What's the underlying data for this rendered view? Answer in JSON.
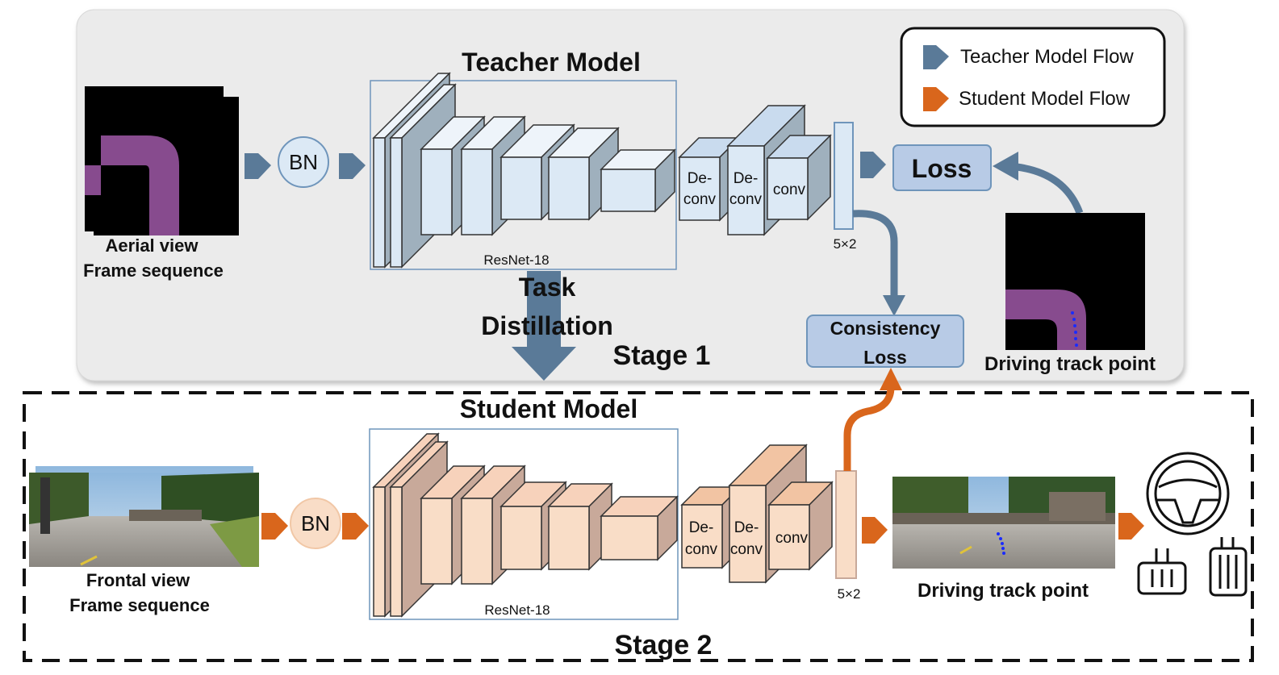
{
  "stage1": {
    "label": "Stage 1",
    "title": "Teacher Model",
    "input_label_1": "Aerial view",
    "input_label_2": "Frame sequence",
    "bn": "BN",
    "backbone": "ResNet-18",
    "deconv1": [
      "De-",
      "conv"
    ],
    "deconv2": [
      "De-",
      "conv"
    ],
    "conv": "conv",
    "output_dim": "5×2",
    "loss": "Loss",
    "consistency_loss": [
      "Consistency",
      "Loss"
    ],
    "track_label": "Driving track point"
  },
  "distillation": [
    "Task",
    "Distillation"
  ],
  "stage2": {
    "label": "Stage 2",
    "title": "Student Model",
    "input_label_1": "Frontal view",
    "input_label_2": "Frame sequence",
    "bn": "BN",
    "backbone": "ResNet-18",
    "deconv1": [
      "De-",
      "conv"
    ],
    "deconv2": [
      "De-",
      "conv"
    ],
    "conv": "conv",
    "output_dim": "5×2",
    "track_label": "Driving track point"
  },
  "legend": {
    "teacher": "Teacher Model Flow",
    "student": "Student Model Flow"
  },
  "colors": {
    "teacher_arrow": "#5a7a98",
    "student_arrow": "#d9661c",
    "teacher_block": "#dce9f5",
    "teacher_block_side": "#9fb0bd",
    "student_block": "#f9ddc7",
    "student_block_side": "#c8a99a",
    "loss_box": "#b8cbe6",
    "stage1_bg": "#ebebeb",
    "track_purple": "#874b8e"
  }
}
